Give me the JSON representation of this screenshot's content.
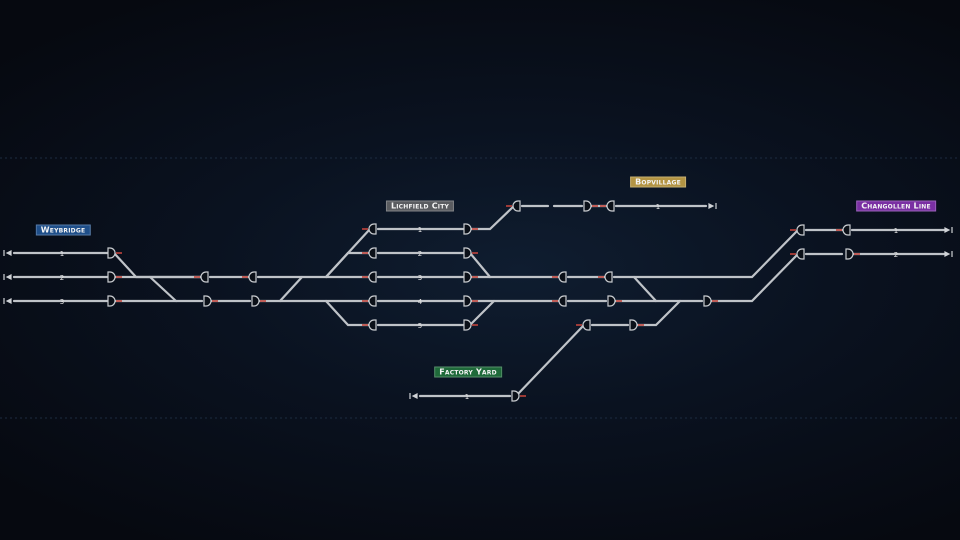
{
  "stations": {
    "weybridge": {
      "label": "Weybridge",
      "color": "#1f4f8a",
      "platforms": [
        "1",
        "2",
        "3"
      ]
    },
    "lichfield_city": {
      "label": "Lichfield City",
      "color": "#5a5c60",
      "platforms": [
        "1",
        "2",
        "3",
        "4",
        "5"
      ]
    },
    "bopvillage": {
      "label": "Bopvillage",
      "color": "#b39443",
      "platforms": [
        "1"
      ]
    },
    "changollen_line": {
      "label": "Changollen Line",
      "color": "#7a2fa3",
      "platforms": [
        "1",
        "2"
      ]
    },
    "factory_yard": {
      "label": "Factory Yard",
      "color": "#1f6a3a",
      "platforms": [
        "1"
      ]
    }
  },
  "colors": {
    "track": "#bfc3c8",
    "signal_red": "#c0443c",
    "background": "#070b12"
  },
  "icons": {
    "signal": "signal-icon",
    "buffer_stop": "buffer-stop-icon",
    "edge_entry": "edge-entry-arrow-icon"
  }
}
